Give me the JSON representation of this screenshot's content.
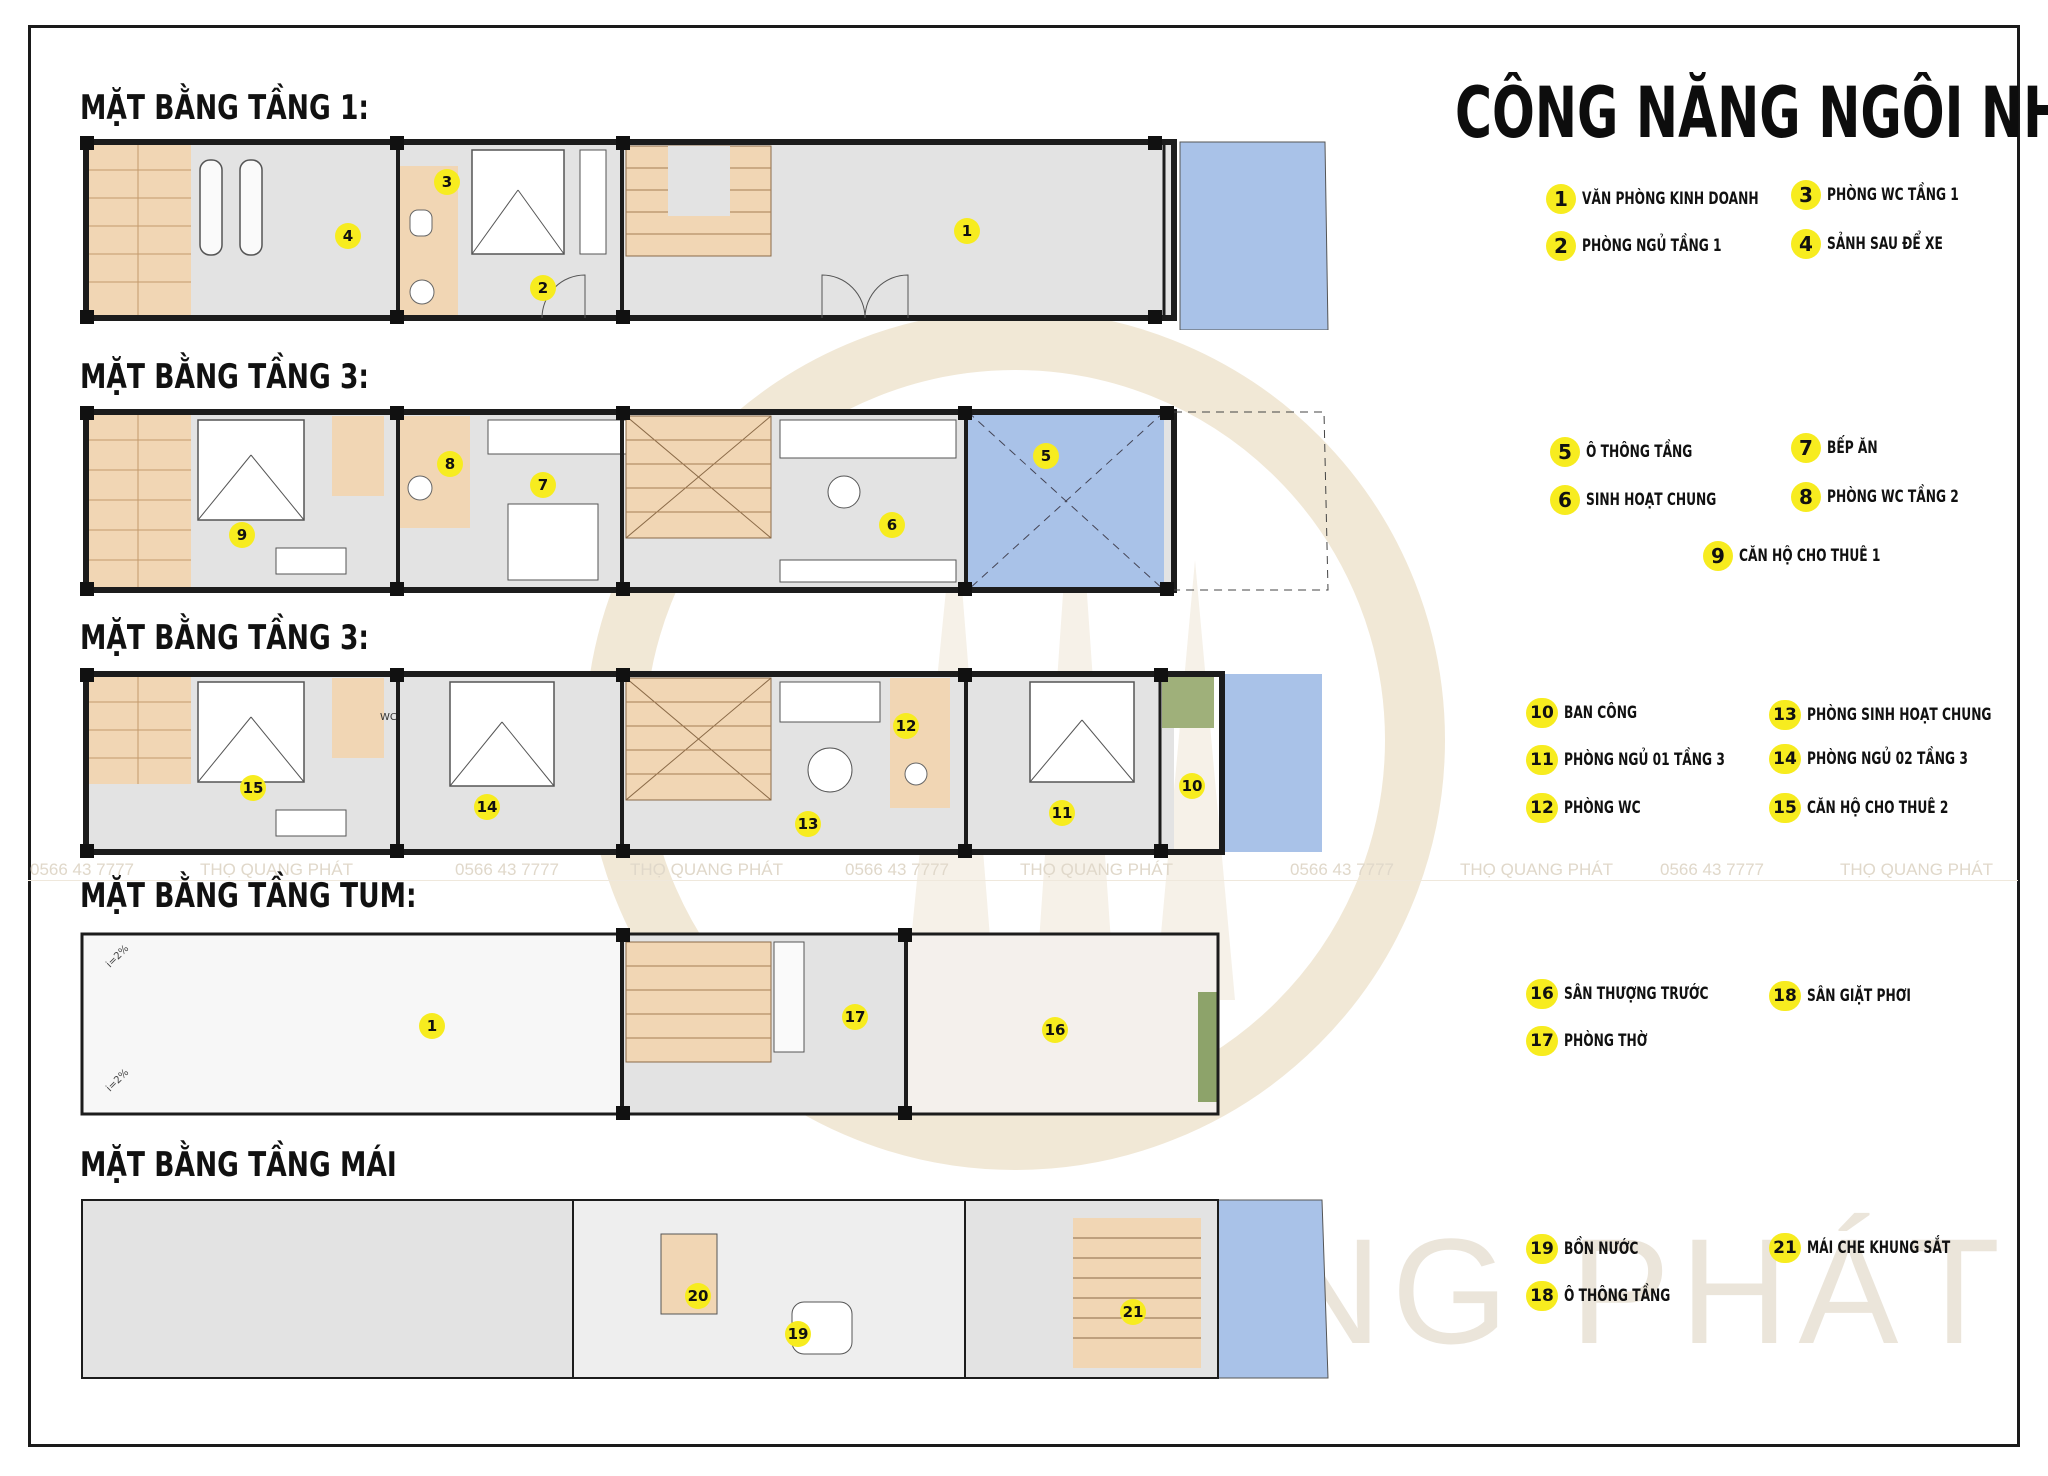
{
  "title": "CÔNG NĂNG NGÔI NHÀ",
  "floors": {
    "f1": "MẶT BẰNG TẦNG 1:",
    "f2": "MẶT BẰNG TẦNG 3:",
    "f3": "MẶT BẰNG TẦNG 3:",
    "tum": "MẶT BẰNG TẦNG TUM:",
    "mai": "MẶT BẰNG TẦNG MÁI"
  },
  "legend": [
    {
      "num": "1",
      "label": "VĂN PHÒNG KINH DOANH"
    },
    {
      "num": "3",
      "label": "PHÒNG WC TẦNG 1"
    },
    {
      "num": "2",
      "label": "PHÒNG NGỦ TẦNG 1"
    },
    {
      "num": "4",
      "label": "SẢNH SAU ĐỂ XE"
    },
    {
      "num": "5",
      "label": "Ô THÔNG TẦNG"
    },
    {
      "num": "7",
      "label": "BẾP ĂN"
    },
    {
      "num": "6",
      "label": "SINH HOẠT CHUNG"
    },
    {
      "num": "8",
      "label": "PHÒNG WC TẦNG 2"
    },
    {
      "num": "9",
      "label": "CĂN HỘ CHO THUÊ 1"
    },
    {
      "num": "10",
      "label": "BAN CÔNG"
    },
    {
      "num": "13",
      "label": "PHÒNG SINH HOẠT CHUNG"
    },
    {
      "num": "11",
      "label": "PHÒNG NGỦ 01 TẦNG 3"
    },
    {
      "num": "14",
      "label": "PHÒNG NGỦ 02 TẦNG 3"
    },
    {
      "num": "12",
      "label": "PHÒNG WC"
    },
    {
      "num": "15",
      "label": "CĂN HỘ CHO THUÊ 2"
    },
    {
      "num": "16",
      "label": "SÂN THƯỢNG TRƯỚC"
    },
    {
      "num": "18",
      "label": "SÂN GIẶT PHƠI"
    },
    {
      "num": "17",
      "label": "PHÒNG THỜ"
    },
    {
      "num": "19",
      "label": "BỒN NƯỚC"
    },
    {
      "num": "21",
      "label": "MÁI CHE KHUNG SẮT"
    },
    {
      "num": "18",
      "label": "Ô THÔNG TẦNG"
    }
  ],
  "room_markers": {
    "f1": [
      "4",
      "3",
      "2",
      "1"
    ],
    "f2": [
      "8",
      "7",
      "9",
      "6",
      "5"
    ],
    "f3": [
      "12",
      "15",
      "14",
      "13",
      "11",
      "10"
    ],
    "tum": [
      "1",
      "17",
      "16"
    ],
    "mai": [
      "20",
      "19",
      "21"
    ]
  },
  "wc_label": "WC",
  "slope_label": "i=2%",
  "watermark": {
    "brand": "THỌ QUANG PHÁT",
    "phone": "0566 43 7777",
    "big": "THỌ QUANG PHÁT"
  },
  "colors": {
    "wall": "#1c1c1c",
    "floor_gray": "#e3e3e3",
    "wood": "#f1d6b4",
    "blue_void": "#a9c2e8",
    "marker_yellow": "#f7ec1f"
  }
}
